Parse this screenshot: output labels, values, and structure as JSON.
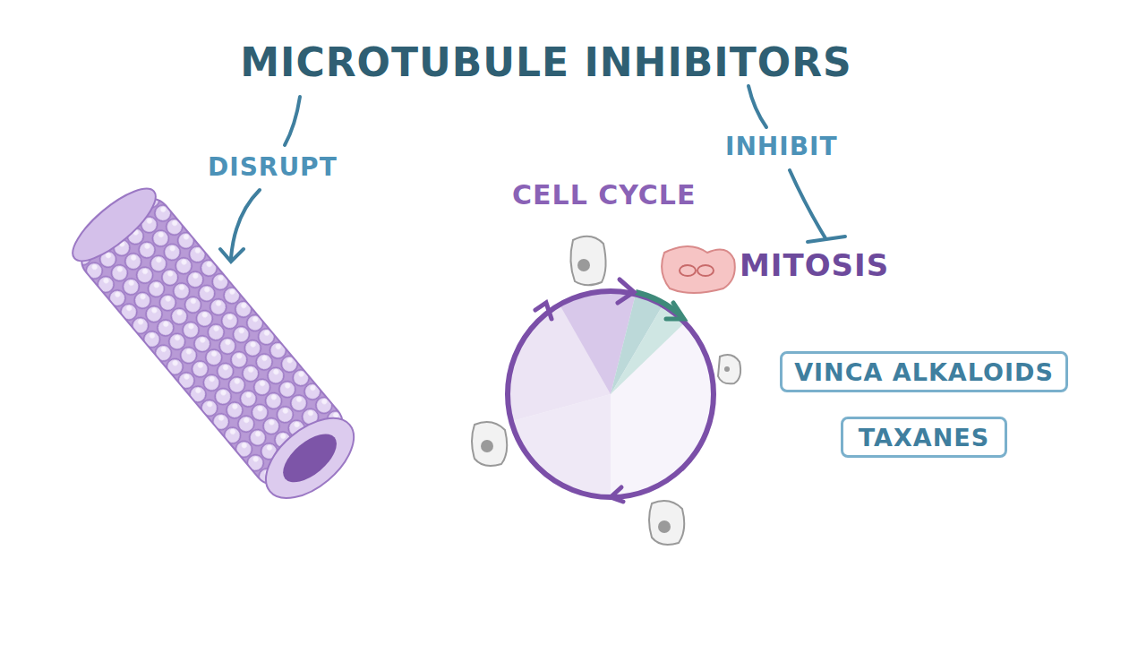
{
  "diagram": {
    "title": "MICROTUBULE INHIBITORS",
    "nodes": [
      {
        "text": [
          "VINCA ALKALOIDS"
        ]
      },
      {
        "text": [
          "TAXANES"
        ]
      }
    ],
    "labels": [
      "DISRUPT",
      "INHIBIT",
      "CELL CYCLE",
      "MITOSIS"
    ]
  }
}
